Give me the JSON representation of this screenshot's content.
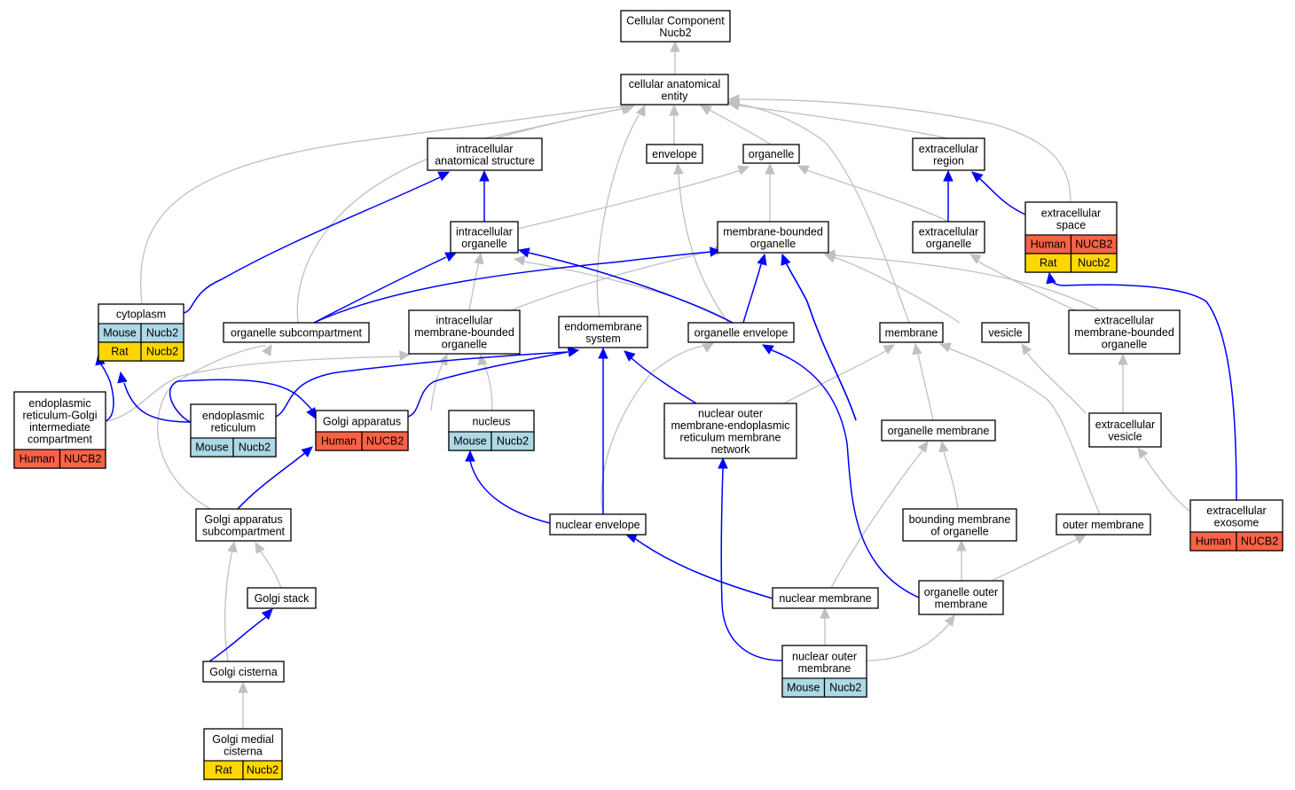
{
  "colors": {
    "human": "#fa6246",
    "mouse": "#add8e6",
    "rat": "#ffd700",
    "edge_is_a": "#c0c0c0",
    "edge_part_of": "#0000ff"
  },
  "nodes": [
    {
      "id": "root",
      "lines": [
        "Cellular Component",
        "Nucb2"
      ]
    },
    {
      "id": "cae",
      "lines": [
        "cellular anatomical",
        "entity"
      ]
    },
    {
      "id": "ias",
      "lines": [
        "intracellular",
        "anatomical structure"
      ]
    },
    {
      "id": "env",
      "lines": [
        "envelope"
      ]
    },
    {
      "id": "org",
      "lines": [
        "organelle"
      ]
    },
    {
      "id": "exr",
      "lines": [
        "extracellular",
        "region"
      ]
    },
    {
      "id": "exs",
      "lines": [
        "extracellular",
        "space"
      ],
      "species": [
        [
          "Human",
          "NUCB2"
        ],
        [
          "Rat",
          "Nucb2"
        ]
      ]
    },
    {
      "id": "iorg",
      "lines": [
        "intracellular",
        "organelle"
      ]
    },
    {
      "id": "mbo",
      "lines": [
        "membrane-bounded",
        "organelle"
      ]
    },
    {
      "id": "exo",
      "lines": [
        "extracellular",
        "organelle"
      ]
    },
    {
      "id": "cyt",
      "lines": [
        "cytoplasm"
      ],
      "species": [
        [
          "Mouse",
          "Nucb2"
        ],
        [
          "Rat",
          "Nucb2"
        ]
      ]
    },
    {
      "id": "osc",
      "lines": [
        "organelle subcompartment"
      ]
    },
    {
      "id": "imbo",
      "lines": [
        "intracellular",
        "membrane-bounded",
        "organelle"
      ]
    },
    {
      "id": "ems",
      "lines": [
        "endomembrane",
        "system"
      ]
    },
    {
      "id": "oenv",
      "lines": [
        "organelle envelope"
      ]
    },
    {
      "id": "mem",
      "lines": [
        "membrane"
      ]
    },
    {
      "id": "ves",
      "lines": [
        "vesicle"
      ]
    },
    {
      "id": "exmbo",
      "lines": [
        "extracellular",
        "membrane-bounded",
        "organelle"
      ]
    },
    {
      "id": "ergic",
      "lines": [
        "endoplasmic",
        "reticulum-Golgi",
        "intermediate",
        "compartment"
      ],
      "species": [
        [
          "Human",
          "NUCB2"
        ]
      ]
    },
    {
      "id": "er",
      "lines": [
        "endoplasmic",
        "reticulum"
      ],
      "species": [
        [
          "Mouse",
          "Nucb2"
        ]
      ]
    },
    {
      "id": "golgi",
      "lines": [
        "Golgi apparatus"
      ],
      "species": [
        [
          "Human",
          "NUCB2"
        ]
      ]
    },
    {
      "id": "nuc",
      "lines": [
        "nucleus"
      ],
      "species": [
        [
          "Mouse",
          "Nucb2"
        ]
      ]
    },
    {
      "id": "nomer",
      "lines": [
        "nuclear outer",
        "membrane-endoplasmic",
        "reticulum membrane",
        "network"
      ]
    },
    {
      "id": "omem",
      "lines": [
        "organelle membrane"
      ]
    },
    {
      "id": "exv",
      "lines": [
        "extracellular",
        "vesicle"
      ]
    },
    {
      "id": "exex",
      "lines": [
        "extracellular",
        "exosome"
      ],
      "species": [
        [
          "Human",
          "NUCB2"
        ]
      ]
    },
    {
      "id": "gas",
      "lines": [
        "Golgi apparatus",
        "subcompartment"
      ]
    },
    {
      "id": "nenv",
      "lines": [
        "nuclear envelope"
      ]
    },
    {
      "id": "bmo",
      "lines": [
        "bounding membrane",
        "of organelle"
      ]
    },
    {
      "id": "outm",
      "lines": [
        "outer membrane"
      ]
    },
    {
      "id": "gst",
      "lines": [
        "Golgi stack"
      ]
    },
    {
      "id": "nmem",
      "lines": [
        "nuclear membrane"
      ]
    },
    {
      "id": "oom",
      "lines": [
        "organelle outer",
        "membrane"
      ]
    },
    {
      "id": "gcis",
      "lines": [
        "Golgi cisterna"
      ]
    },
    {
      "id": "nom",
      "lines": [
        "nuclear outer",
        "membrane"
      ],
      "species": [
        [
          "Mouse",
          "Nucb2"
        ]
      ]
    },
    {
      "id": "gmc",
      "lines": [
        "Golgi medial",
        "cisterna"
      ],
      "species": [
        [
          "Rat",
          "Nucb2"
        ]
      ]
    }
  ]
}
